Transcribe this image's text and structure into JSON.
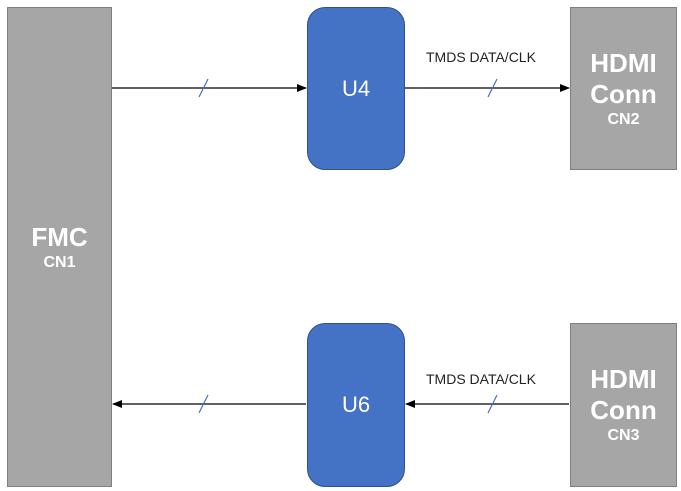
{
  "blocks": {
    "fmc": {
      "title": "FMC",
      "subtitle": "CN1"
    },
    "u4": {
      "label": "U4"
    },
    "u6": {
      "label": "U6"
    },
    "hdmi_top": {
      "line1": "HDMI",
      "line2": "Conn",
      "subtitle": "CN2"
    },
    "hdmi_bottom": {
      "line1": "HDMI",
      "line2": "Conn",
      "subtitle": "CN3"
    }
  },
  "connections": {
    "top_right_label": "TMDS DATA/CLK",
    "bottom_right_label": "TMDS DATA/CLK"
  },
  "colors": {
    "connector_fill": "#a6a6a6",
    "chip_fill": "#4472c4",
    "bus_mark": "#4472c4",
    "arrow": "#000000"
  }
}
